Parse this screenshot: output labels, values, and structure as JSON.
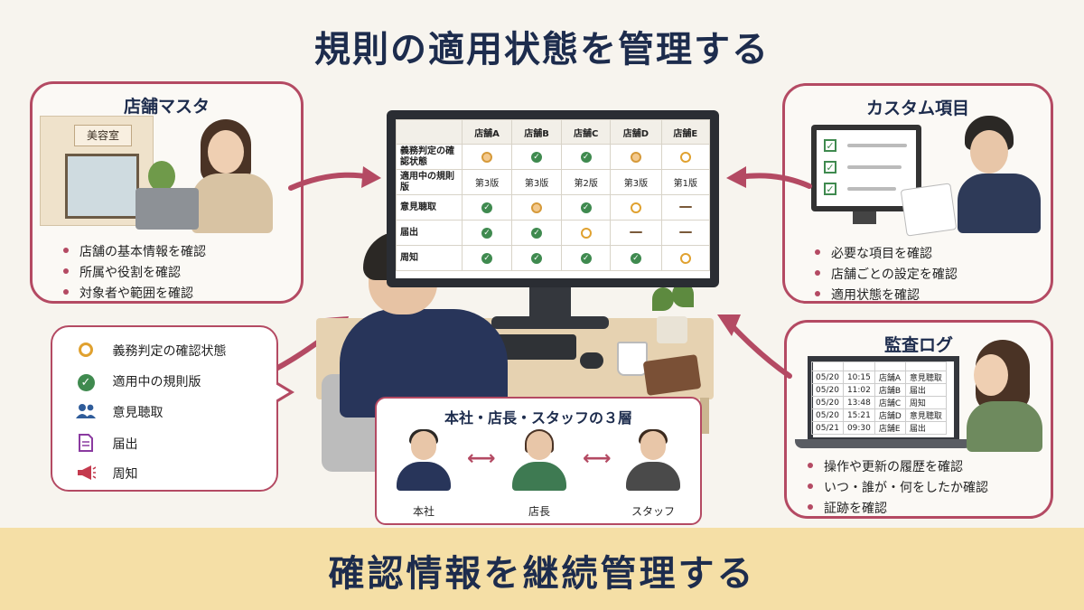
{
  "title": "規則の適用状態を管理する",
  "footer": "確認情報を継続管理する",
  "store_panel": {
    "title": "店舗マスタ",
    "sign": "美容室",
    "bullets": [
      "店舗の基本情報を確認",
      "所属や役割を確認",
      "対象者や範囲を確認"
    ]
  },
  "custom_panel": {
    "title": "カスタム項目",
    "bullets": [
      "必要な項目を確認",
      "店舗ごとの設定を確認",
      "適用状態を確認"
    ]
  },
  "audit_panel": {
    "title": "監査ログ",
    "bullets": [
      "操作や更新の履歴を確認",
      "いつ・誰が・何をしたか確認",
      "証跡を確認"
    ],
    "log_rows": [
      {
        "date": "05/20",
        "time": "10:15",
        "store": "店舗A",
        "action": "意見聴取"
      },
      {
        "date": "05/20",
        "time": "11:02",
        "store": "店舗B",
        "action": "届出"
      },
      {
        "date": "05/20",
        "time": "13:48",
        "store": "店舗C",
        "action": "周知"
      },
      {
        "date": "05/20",
        "time": "15:21",
        "store": "店舗D",
        "action": "意見聴取"
      },
      {
        "date": "05/21",
        "time": "09:30",
        "store": "店舗E",
        "action": "届出"
      }
    ]
  },
  "matrix": {
    "columns": [
      "店舗A",
      "店舗B",
      "店舗C",
      "店舗D",
      "店舗E"
    ],
    "rows": [
      {
        "label": "義務判定の確認状態",
        "cells": [
          "fill",
          "check",
          "check",
          "fill",
          "ring"
        ]
      },
      {
        "label": "適用中の規則版",
        "cells": [
          "第3版",
          "第3版",
          "第2版",
          "第3版",
          "第1版"
        ]
      },
      {
        "label": "意見聴取",
        "cells": [
          "check",
          "fill",
          "check",
          "ring",
          "dash"
        ]
      },
      {
        "label": "届出",
        "cells": [
          "check",
          "check",
          "ring",
          "dash",
          "dash"
        ]
      },
      {
        "label": "周知",
        "cells": [
          "check",
          "check",
          "check",
          "check",
          "ring"
        ]
      }
    ]
  },
  "legend": {
    "items": [
      {
        "icon": "ring-icon",
        "label": "義務判定の確認状態"
      },
      {
        "icon": "check-icon",
        "label": "適用中の規則版"
      },
      {
        "icon": "people-icon",
        "label": "意見聴取"
      },
      {
        "icon": "document-icon",
        "label": "届出"
      },
      {
        "icon": "megaphone-icon",
        "label": "周知"
      }
    ]
  },
  "hierarchy": {
    "title": "本社・店長・スタッフの３層",
    "roles": [
      "本社",
      "店長",
      "スタッフ"
    ]
  },
  "colors": {
    "accent": "#b44a63",
    "navy": "#1d2c4d",
    "check_green": "#3f8a4f",
    "ring_orange": "#e0a12f",
    "footer_band": "#f5dfa6"
  }
}
